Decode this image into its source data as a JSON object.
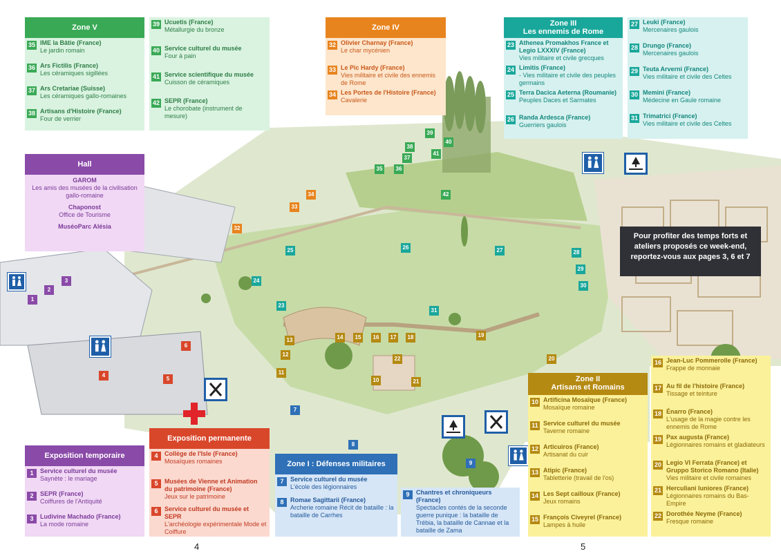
{
  "zone_v": {
    "title": "Zone V",
    "color": "#3aa956",
    "bg": "#d9f3e0",
    "text": "#2e7d46",
    "items": [
      {
        "num": "35",
        "name": "IME la Bâtie (France)",
        "desc": "Le jardin romain"
      },
      {
        "num": "36",
        "name": "Ars Fictilis (France)",
        "desc": "Les céramiques sigillées"
      },
      {
        "num": "37",
        "name": "Ars Cretariae (Suisse)",
        "desc": "Les céramiques gallo-romaines"
      },
      {
        "num": "38",
        "name": "Artisans d'Histoire (France)",
        "desc": "Four de verrier"
      }
    ],
    "items2": [
      {
        "num": "39",
        "name": "Ucuetis (France)",
        "desc": "Métallurgie du bronze"
      },
      {
        "num": "40",
        "name": "Service culturel du musée",
        "desc": "Four à pain"
      },
      {
        "num": "41",
        "name": "Service scientifique du musée",
        "desc": "Cuisson de céramiques"
      },
      {
        "num": "42",
        "name": "SEPR (France)",
        "desc": "Le chorobate (instrument de mesure)"
      }
    ]
  },
  "zone_iv": {
    "title": "Zone IV",
    "color": "#e8841e",
    "bg": "#fde6cc",
    "text": "#c9581a",
    "items": [
      {
        "num": "32",
        "name": "Olivier Charnay (France)",
        "desc": "Le char mycénien"
      },
      {
        "num": "33",
        "name": "Le Pic Hardy (France)",
        "desc": "Vies militaire et civile des ennemis de Rome"
      },
      {
        "num": "34",
        "name": "Les Portes de l'Histoire (France)",
        "desc": "Cavalerie"
      }
    ]
  },
  "zone_iii": {
    "title": "Zone III",
    "subtitle": "Les ennemis de Rome",
    "color": "#1aa79b",
    "bg": "#d6f1ef",
    "text": "#13877d",
    "items": [
      {
        "num": "23",
        "name": "Athenea Promakhos France et Legio LXXXIV (France)",
        "desc": "Vies militaire et civile grecques"
      },
      {
        "num": "24",
        "name": "Limitis (France)",
        "desc": "- Vies militaire et civile des peuples germains"
      },
      {
        "num": "25",
        "name": "Terra Dacica Aeterna (Roumanie)",
        "desc": "Peuples Daces et Sarmates"
      },
      {
        "num": "26",
        "name": "Randa Ardesca (France)",
        "desc": "Guerriers gaulois"
      }
    ],
    "items2": [
      {
        "num": "27",
        "name": "Leuki (France)",
        "desc": "Mercenaires gaulois"
      },
      {
        "num": "28",
        "name": "Drungo (France)",
        "desc": "Mercenaires gaulois"
      },
      {
        "num": "29",
        "name": "Teuta Arverni (France)",
        "desc": "Vies militaire et civile des Celtes"
      },
      {
        "num": "30",
        "name": "Memini (France)",
        "desc": "Médecine en Gaule romaine"
      },
      {
        "num": "31",
        "name": "Trimatrici (France)",
        "desc": "Vies militaire et civile des Celtes"
      }
    ]
  },
  "hall": {
    "title": "Hall",
    "color": "#8a4aa8",
    "bg": "#f1d8f5",
    "items": [
      {
        "name": "GAROM",
        "desc": "Les amis des musées de la civilisation gallo-romaine"
      },
      {
        "name": "Chaponost",
        "desc": "Office de Tourisme"
      },
      {
        "name": "MuséoParc Alésia",
        "desc": ""
      }
    ]
  },
  "expo_temp": {
    "title": "Exposition temporaire",
    "color": "#8a4aa8",
    "bg": "#f1d8f5",
    "text": "#7a3b98",
    "items": [
      {
        "num": "1",
        "name": "Service culturel du musée",
        "desc": "Saynète : le mariage"
      },
      {
        "num": "2",
        "name": "SEPR (France)",
        "desc": "Coiffures de l'Antiquité"
      },
      {
        "num": "3",
        "name": "Ludivine Machado (France)",
        "desc": "La mode romaine"
      }
    ]
  },
  "expo_perm": {
    "title": "Exposition permanente",
    "color": "#d9472b",
    "bg": "#fbd9cf",
    "text": "#c23a22",
    "items": [
      {
        "num": "4",
        "name": "Collège de l'Isle (France)",
        "desc": "Mosaïques romaines"
      },
      {
        "num": "5",
        "name": "Musées de Vienne et Animation du patrimoine (France)",
        "desc": "Jeux sur le patrimoine"
      },
      {
        "num": "6",
        "name": "Service culturel du musée et SEPR",
        "desc": "L'archéologie expérimentale Mode et Coiffure"
      }
    ]
  },
  "zone_i": {
    "title": "Zone I : Défenses militaires",
    "color": "#2f70b7",
    "bg": "#d6e6f7",
    "text": "#24599a",
    "items": [
      {
        "num": "7",
        "name": "Service culturel du musée",
        "desc": "L'école des légionnaires"
      },
      {
        "num": "8",
        "name": "Romae Sagittarii (France)",
        "desc": "Archerie romaine Récit de bataille : la bataille de Carrhes"
      }
    ],
    "item9": {
      "num": "9",
      "name": "Chantres et chroniqueurs (France)",
      "desc": "Spectacles contés de la seconde guerre punique : la bataille de Trébia, la bataille de Cannae et la bataille de Zama"
    }
  },
  "zone_ii": {
    "title": "Zone II",
    "subtitle": "Artisans et Romains",
    "color": "#b58a12",
    "bg": "#fbf19a",
    "text": "#8a6a08",
    "items": [
      {
        "num": "10",
        "name": "Artificina Mosaïque (France)",
        "desc": "Mosaïque romaine"
      },
      {
        "num": "11",
        "name": "Service culturel du musée",
        "desc": "Taverne romaine"
      },
      {
        "num": "12",
        "name": "Articuiros (France)",
        "desc": "Artisanat du cuir"
      },
      {
        "num": "13",
        "name": "Atipic (France)",
        "desc": "Tabletterie (travail de l'os)"
      },
      {
        "num": "14",
        "name": "Les Sept cailloux (France)",
        "desc": "Jeux romains"
      },
      {
        "num": "15",
        "name": "François Civeyrel (France)",
        "desc": "Lampes à huile"
      }
    ],
    "items2": [
      {
        "num": "16",
        "name": "Jean-Luc Pommerolle (France)",
        "desc": "Frappe de monnaie"
      },
      {
        "num": "17",
        "name": "Au fil de l'histoire (France)",
        "desc": "Tissage et teinture"
      },
      {
        "num": "18",
        "name": "Énarro (France)",
        "desc": "L'usage de la magie contre les ennemis de Rome"
      },
      {
        "num": "19",
        "name": "Pax augusta (France)",
        "desc": "Légionnaires romains et gladiateurs"
      },
      {
        "num": "20",
        "name": "Legio VI Ferrata (France) et Gruppo Storico Romano (Italie)",
        "desc": "Vies militaire et civile romaines"
      },
      {
        "num": "21",
        "name": "Herculiani Iuniores (France)",
        "desc": "Légionnaires romains du Bas-Empire"
      },
      {
        "num": "22",
        "name": "Dorothée Neyme (France)",
        "desc": "Fresque romaine"
      }
    ]
  },
  "note": "Pour profiter des temps forts et ateliers proposés ce week-end, reportez-vous aux pages 3, 6 et 7",
  "pages": {
    "left": "4",
    "right": "5"
  },
  "map_markers": [
    {
      "n": "1",
      "c": "#8a4aa8"
    },
    {
      "n": "2",
      "c": "#8a4aa8"
    },
    {
      "n": "3",
      "c": "#8a4aa8"
    },
    {
      "n": "4",
      "c": "#d9472b"
    },
    {
      "n": "5",
      "c": "#d9472b"
    },
    {
      "n": "6",
      "c": "#d9472b"
    },
    {
      "n": "7",
      "c": "#2f70b7"
    },
    {
      "n": "8",
      "c": "#2f70b7"
    },
    {
      "n": "9",
      "c": "#2f70b7"
    },
    {
      "n": "10",
      "c": "#b58a12"
    },
    {
      "n": "11",
      "c": "#b58a12"
    },
    {
      "n": "12",
      "c": "#b58a12"
    },
    {
      "n": "13",
      "c": "#b58a12"
    },
    {
      "n": "14",
      "c": "#b58a12"
    },
    {
      "n": "15",
      "c": "#b58a12"
    },
    {
      "n": "16",
      "c": "#b58a12"
    },
    {
      "n": "17",
      "c": "#b58a12"
    },
    {
      "n": "18",
      "c": "#b58a12"
    },
    {
      "n": "19",
      "c": "#b58a12"
    },
    {
      "n": "20",
      "c": "#b58a12"
    },
    {
      "n": "21",
      "c": "#b58a12"
    },
    {
      "n": "22",
      "c": "#b58a12"
    },
    {
      "n": "23",
      "c": "#1aa79b"
    },
    {
      "n": "24",
      "c": "#1aa79b"
    },
    {
      "n": "25",
      "c": "#1aa79b"
    },
    {
      "n": "26",
      "c": "#1aa79b"
    },
    {
      "n": "27",
      "c": "#1aa79b"
    },
    {
      "n": "28",
      "c": "#1aa79b"
    },
    {
      "n": "29",
      "c": "#1aa79b"
    },
    {
      "n": "30",
      "c": "#1aa79b"
    },
    {
      "n": "31",
      "c": "#1aa79b"
    },
    {
      "n": "32",
      "c": "#e8841e"
    },
    {
      "n": "33",
      "c": "#e8841e"
    },
    {
      "n": "34",
      "c": "#e8841e"
    },
    {
      "n": "35",
      "c": "#3aa956"
    },
    {
      "n": "36",
      "c": "#3aa956"
    },
    {
      "n": "37",
      "c": "#3aa956"
    },
    {
      "n": "38",
      "c": "#3aa956"
    },
    {
      "n": "39",
      "c": "#3aa956"
    },
    {
      "n": "40",
      "c": "#3aa956"
    },
    {
      "n": "41",
      "c": "#3aa956"
    },
    {
      "n": "42",
      "c": "#3aa956"
    }
  ],
  "icons": [
    "restroom-icon",
    "restaurant-icon",
    "first-aid-icon",
    "picnic-area-icon"
  ]
}
